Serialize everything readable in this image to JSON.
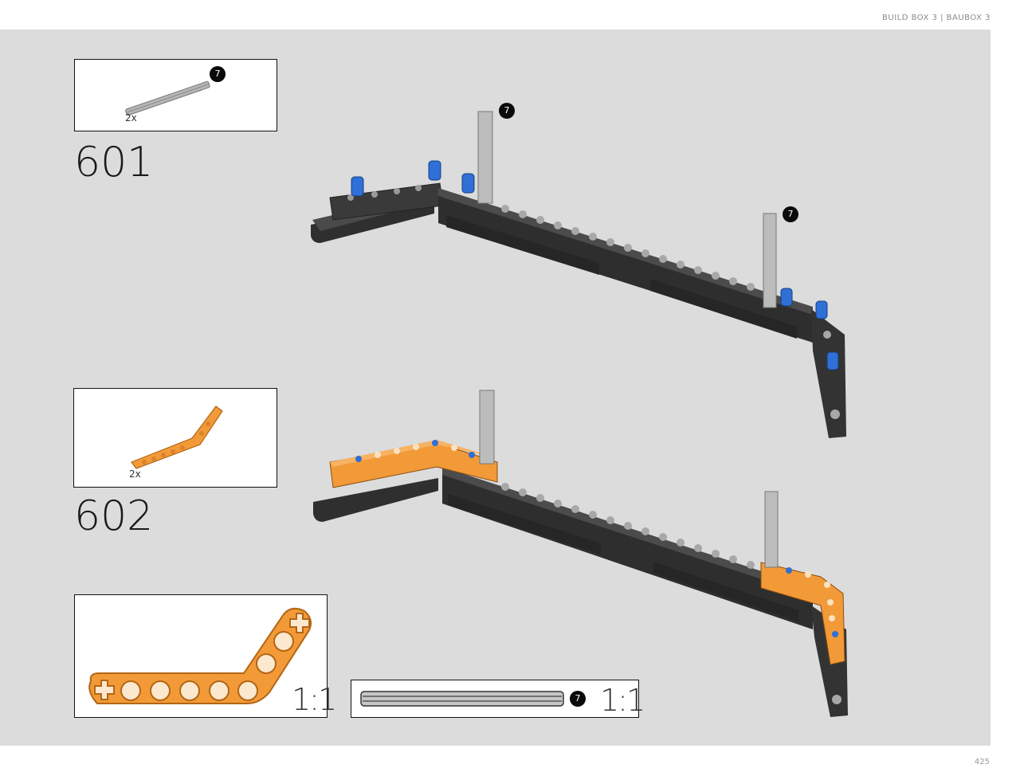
{
  "header": {
    "text": "BUILD BOX 3 | BAUBOX 3"
  },
  "steps": [
    {
      "number": "601",
      "parts": [
        {
          "quantity": "2x",
          "length_badge": "7"
        }
      ]
    },
    {
      "number": "602",
      "parts": [
        {
          "quantity": "2x"
        }
      ]
    }
  ],
  "build_callouts": {
    "axle_badge_1": "7",
    "axle_badge_2": "7"
  },
  "scale_references": {
    "beam": {
      "scale": "1:1"
    },
    "axle": {
      "scale": "1:1",
      "length_badge": "7"
    }
  },
  "page_number": "425",
  "colors": {
    "background": "#dcdcdc",
    "orange": "#f29a38",
    "dark_grey": "#3a3a3a",
    "blue": "#2f6fd6",
    "light_grey": "#bdbdbd"
  }
}
